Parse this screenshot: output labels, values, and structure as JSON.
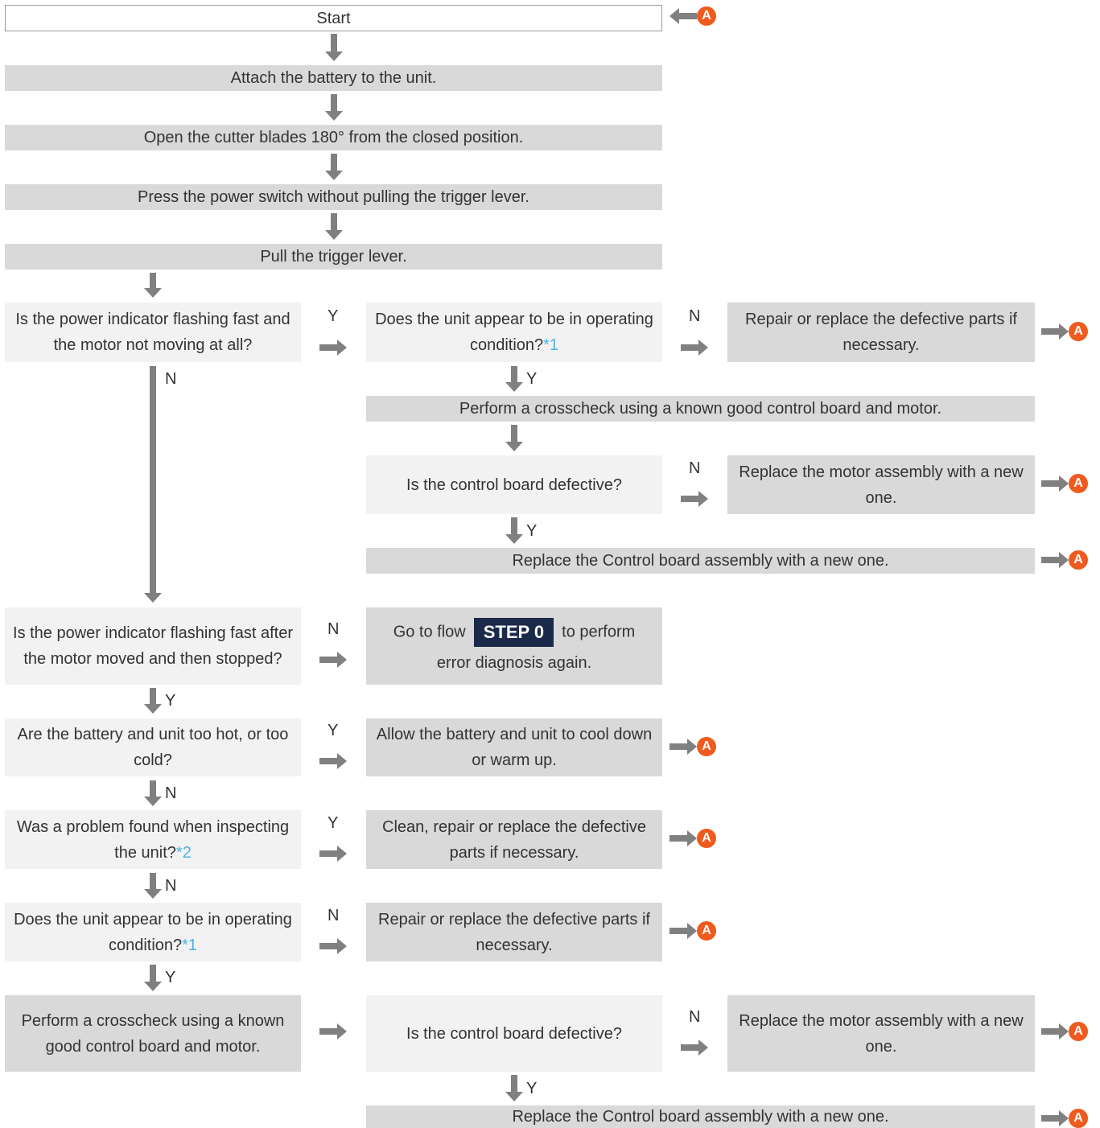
{
  "start": "Start",
  "steps": {
    "attach_battery": "Attach the battery to the unit.",
    "open_blades": "Open the cutter blades 180° from the closed position.",
    "press_power": "Press the power switch without pulling the trigger lever.",
    "pull_trigger": "Pull the trigger lever."
  },
  "q_flashing_fast": "Is the power indicator flashing fast and the motor not moving at all?",
  "q_operating_1": "Does the unit appear to be in operating condition?",
  "footnote_1": "*1",
  "footnote_2": "*2",
  "repair_parts_1": "Repair or replace the defective parts if necessary.",
  "crosscheck_1": "Perform a crosscheck using a known good control board and motor.",
  "q_board_defective_1": "Is the control board defective?",
  "replace_motor_1": "Replace the motor assembly with a new one.",
  "replace_board_1": "Replace the Control board assembly with a new one.",
  "q_flashing_after": "Is the power indicator flashing fast after the motor moved and then stopped?",
  "go_to_flow": {
    "prefix": "Go to flow",
    "step": "STEP 0",
    "suffix": "to perform",
    "line2": "error diagnosis again."
  },
  "q_temperature": "Are the battery and unit too hot, or too cold?",
  "cool_down": "Allow the battery and unit to cool down or warm up.",
  "q_problem_found": "Was a problem found when inspecting the unit?",
  "clean_repair": "Clean, repair or replace the defective parts if necessary.",
  "q_operating_2": "Does the unit appear to be in operating condition?",
  "repair_parts_2": "Repair or replace the defective parts if necessary.",
  "crosscheck_2": "Perform a crosscheck using a known good control board and motor.",
  "q_board_defective_2": "Is the control board defective?",
  "replace_motor_2": "Replace the motor assembly with a new one.",
  "replace_board_2": "Replace the Control board assembly with a new one.",
  "yes": "Y",
  "no": "N",
  "connector": "A",
  "colors": {
    "action": "#d9d9d9",
    "question": "#f2f2f2",
    "arrow": "#808080",
    "connector": "#ef5a1e",
    "step_badge": "#1b2a4a",
    "footnote": "#4ab3e8"
  }
}
